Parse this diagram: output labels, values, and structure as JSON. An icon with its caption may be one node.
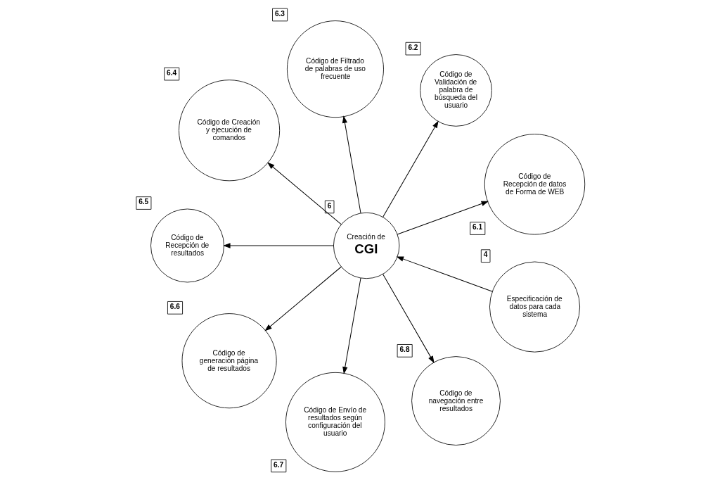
{
  "diagram": {
    "nodes": [
      {
        "text": [
          "Especificación de datos para cada sistema"
        ],
        "beside": [
          "4"
        ]
      },
      {
        "text": [
          "Creación de",
          "CGI"
        ],
        "beside": [
          "6"
        ]
      },
      {
        "text": [
          "Código de Recepción de datos de Forma de WEB"
        ],
        "beside": [
          "6.1"
        ]
      },
      {
        "text": [
          "Código de Validación de palabra de búsqueda del usuario"
        ],
        "beside": [
          "6.2"
        ]
      },
      {
        "text": [
          "Código de Filtrado de palabras de uso frecuente"
        ],
        "beside": [
          "6.3"
        ]
      },
      {
        "text": [
          "Código de Creación y ejecución de comandos"
        ],
        "beside": [
          "6.4"
        ]
      },
      {
        "text": [
          "Código de Recepción de resultados"
        ],
        "beside": [
          "6.5"
        ]
      },
      {
        "text": [
          "Código de generación página de resultados"
        ],
        "beside": [
          "6.6"
        ]
      },
      {
        "text": [
          "Código de Envío de resultados según configuración del usuario"
        ],
        "beside": [
          "6.7"
        ]
      },
      {
        "text": [
          "Código de navegación entre resultados"
        ],
        "beside": [
          "6.8"
        ]
      }
    ],
    "edges": [
      {
        "from": 0,
        "to": 1,
        "arrow": "to"
      },
      {
        "from": 1,
        "to": 2,
        "arrow": "to"
      },
      {
        "from": 1,
        "to": 3,
        "arrow": "to"
      },
      {
        "from": 1,
        "to": 4,
        "arrow": "to"
      },
      {
        "from": 1,
        "to": 5,
        "arrow": "to"
      },
      {
        "from": 1,
        "to": 6,
        "arrow": "to"
      },
      {
        "from": 1,
        "to": 7,
        "arrow": "to"
      },
      {
        "from": 1,
        "to": 8,
        "arrow": "to"
      },
      {
        "from": 1,
        "to": 9,
        "arrow": "to"
      }
    ]
  }
}
